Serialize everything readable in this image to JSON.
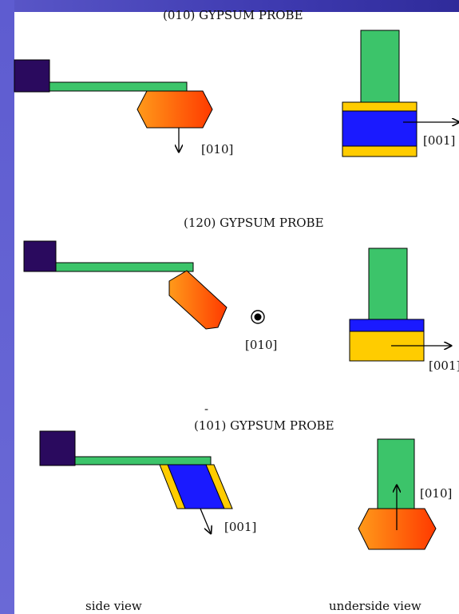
{
  "labels": {
    "title_010": "(010) GYPSUM   PROBE",
    "title_120": "(120) GYPSUM PROBE",
    "title_101_overbar": "-",
    "title_101": "(101) GYPSUM PROBE",
    "dir_010_side": "[010]",
    "dir_001_under": "[001]",
    "dir_010_dot": "[010]",
    "dir_001_under2": "[001]",
    "dir_001_side3": "[001]",
    "dir_010_under3": "[010]",
    "caption_side": "side view",
    "caption_under": "underside view"
  },
  "colors": {
    "background": "#3e3ab0",
    "panel": "#ffffff",
    "holder": "#2a0a5e",
    "arm": "#3cc46a",
    "tip_orange_left": "#ff9a1a",
    "tip_orange_right": "#ff3a00",
    "crystal_blue": "#1a1aff",
    "crystal_yellow": "#ffcc00"
  }
}
